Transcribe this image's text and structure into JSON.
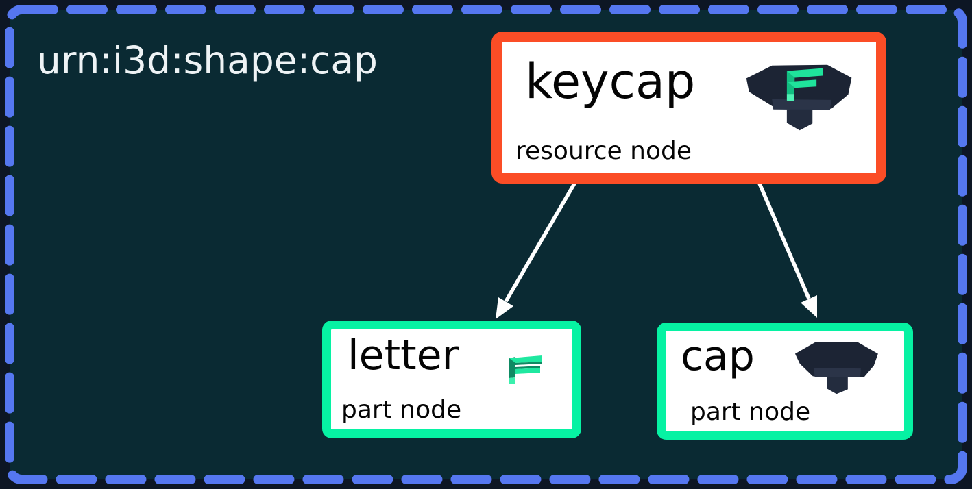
{
  "diagram": {
    "title": "urn:i3d:shape:cap",
    "nodes": [
      {
        "id": "keycap",
        "label": "keycap",
        "type_label": "resource node",
        "icon": "keycap-3d-icon",
        "border_color": "#fb4d26"
      },
      {
        "id": "letter",
        "label": "letter",
        "type_label": "part node",
        "icon": "letter-f-3d-icon",
        "border_color": "#06f2a3"
      },
      {
        "id": "cap",
        "label": "cap",
        "type_label": "part node",
        "icon": "cap-3d-icon",
        "border_color": "#06f2a3"
      }
    ],
    "edges": [
      {
        "from": "keycap",
        "to": "letter"
      },
      {
        "from": "keycap",
        "to": "cap"
      }
    ],
    "colors": {
      "canvas_background": "#0a2a33",
      "outer_background": "#0d1624",
      "dashed_border": "#5577f0",
      "resource_node_border": "#fb4d26",
      "part_node_border": "#06f2a3",
      "arrow": "#ffffff",
      "title_text": "#eef3f5"
    }
  }
}
